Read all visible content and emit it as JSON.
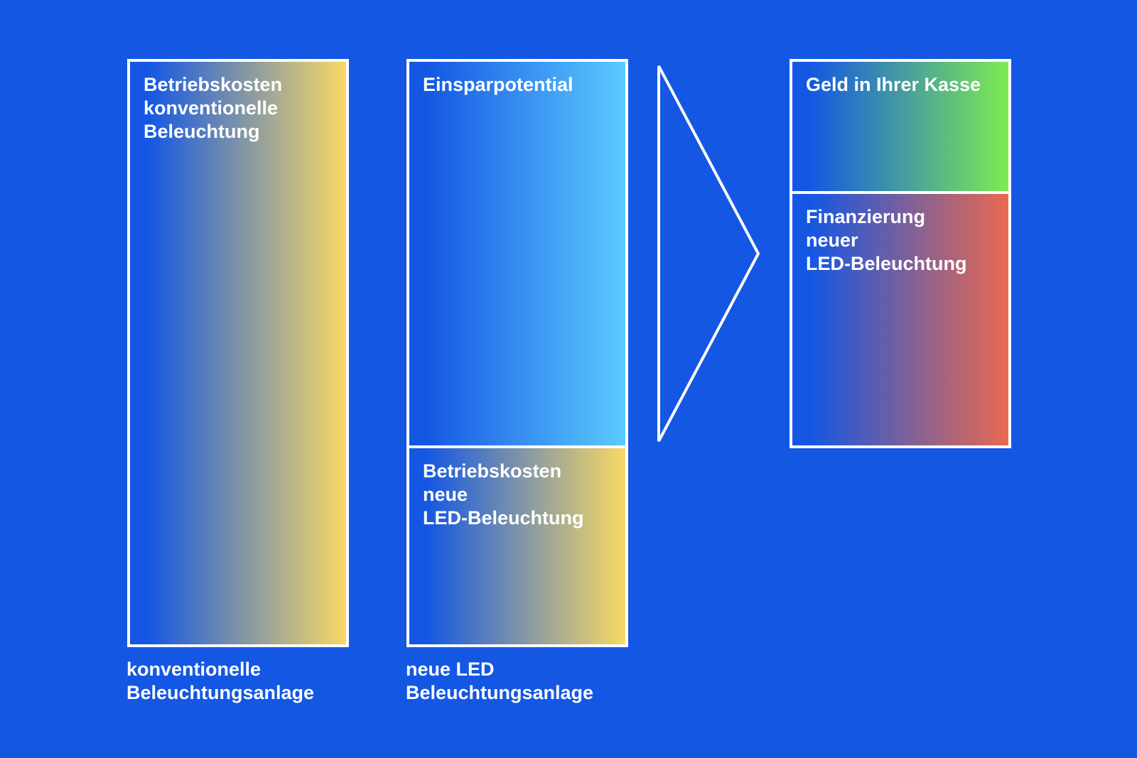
{
  "colors": {
    "background": "#1457E3",
    "border": "#FFFFFF",
    "yellow": "#F8D964",
    "light_blue": "#5CCBFF",
    "green": "#7EEB52",
    "red": "#E9694F"
  },
  "columns": {
    "conventional": {
      "box_label": "Betriebskosten\nkonventionelle\nBeleuchtung",
      "caption": "konventionelle\nBeleuchtungsanlage"
    },
    "led": {
      "top_label": "Einsparpotential",
      "bottom_label": "Betriebskosten\nneue\nLED-Beleuchtung",
      "caption": "neue LED\nBeleuchtungsanlage"
    },
    "result": {
      "top_label": "Geld in Ihrer Kasse",
      "bottom_label": "Finanzierung\nneuer\nLED-Beleuchtung"
    }
  },
  "icons": {
    "arrow": "chevron-right-icon"
  }
}
